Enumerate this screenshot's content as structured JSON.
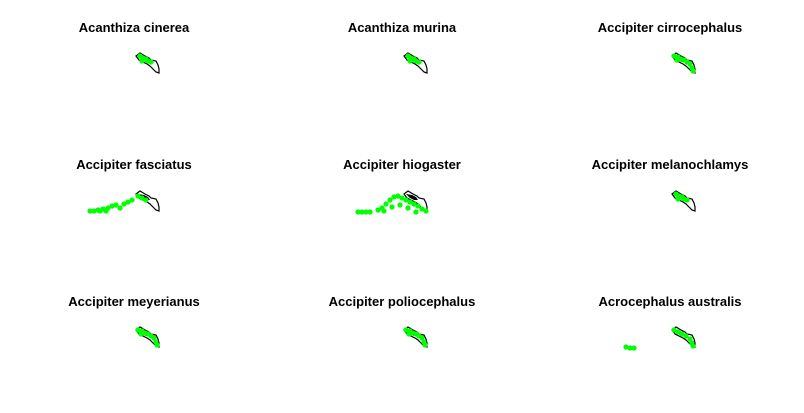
{
  "colors": {
    "background": "#ffffff",
    "outline": "#000000",
    "occurrence": "#00ff00"
  },
  "panels": [
    {
      "title": "Acanthiza cinerea",
      "map_icon": "papua-new-guinea-outline-map-icon",
      "occurrence_extent": "small"
    },
    {
      "title": "Acanthiza murina",
      "map_icon": "papua-new-guinea-outline-map-icon",
      "occurrence_extent": "small"
    },
    {
      "title": "Accipiter cirrocephalus",
      "map_icon": "papua-new-guinea-outline-map-icon",
      "occurrence_extent": "medium"
    },
    {
      "title": "Accipiter fasciatus",
      "map_icon": "papua-new-guinea-outline-map-icon",
      "occurrence_extent": "wide-west"
    },
    {
      "title": "Accipiter hiogaster",
      "map_icon": "papua-new-guinea-outline-map-icon",
      "occurrence_extent": "very-wide"
    },
    {
      "title": "Accipiter melanochlamys",
      "map_icon": "papua-new-guinea-outline-map-icon",
      "occurrence_extent": "small"
    },
    {
      "title": "Accipiter meyerianus",
      "map_icon": "papua-new-guinea-outline-map-icon",
      "occurrence_extent": "medium"
    },
    {
      "title": "Accipiter poliocephalus",
      "map_icon": "papua-new-guinea-outline-map-icon",
      "occurrence_extent": "medium"
    },
    {
      "title": "Acrocephalus australis",
      "map_icon": "papua-new-guinea-outline-map-icon",
      "occurrence_extent": "medium-south"
    }
  ]
}
